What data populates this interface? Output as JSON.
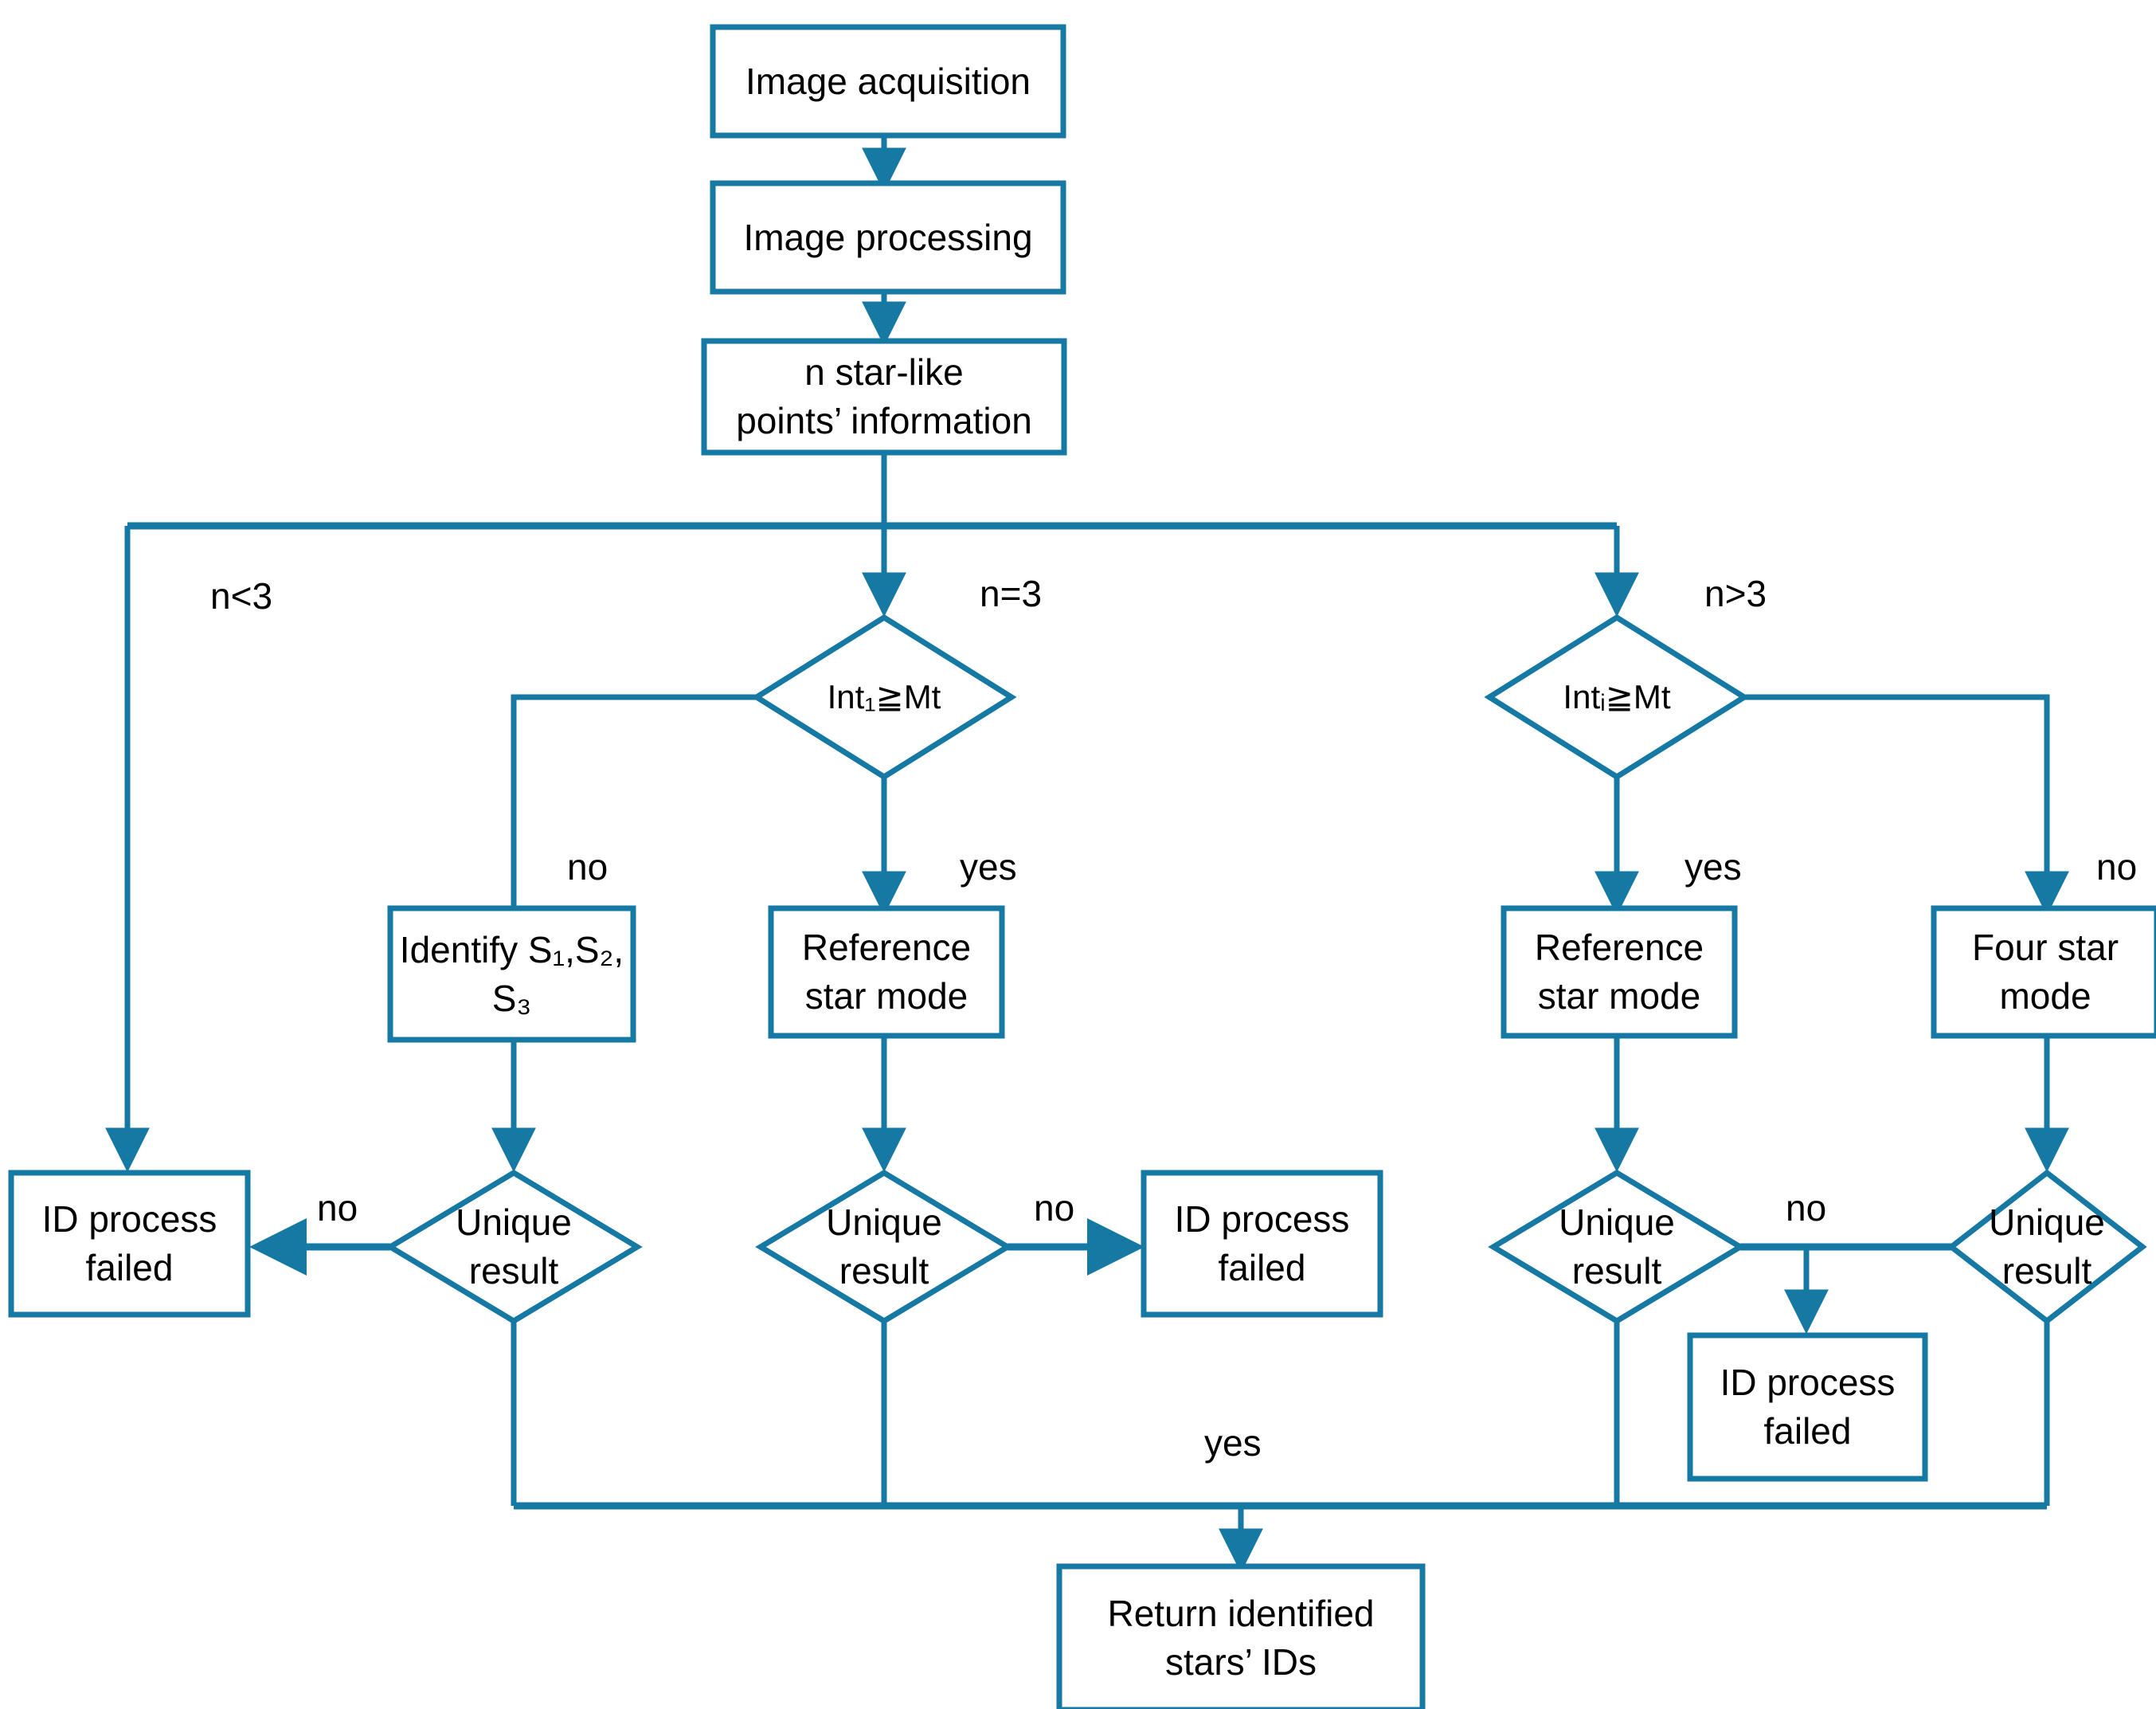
{
  "diagram": {
    "title": "Star identification process flowchart",
    "accent_color": "#1579A3",
    "text_color": "#000000",
    "background_color": "#FFFFFF"
  },
  "nodes": {
    "image_acquisition": {
      "label": "Image acquisition",
      "shape": "process"
    },
    "image_processing": {
      "label": "Image processing",
      "shape": "process"
    },
    "star_points_info": {
      "label": "n star-like\npoints’  information",
      "shape": "process"
    },
    "decision_int1": {
      "label": "Int₁≧Mt",
      "shape": "decision"
    },
    "decision_inti": {
      "label": "Intᵢ≧Mt",
      "shape": "decision"
    },
    "identify_s": {
      "label": "Identify S₁,S₂,\nS₃",
      "shape": "process"
    },
    "reference_star_mode_center": {
      "label": "Reference\nstar mode",
      "shape": "process"
    },
    "reference_star_mode_right": {
      "label": "Reference\nstar mode",
      "shape": "process"
    },
    "four_star_mode": {
      "label": "Four star\nmode",
      "shape": "process"
    },
    "unique_result_1": {
      "label": "Unique\nresult",
      "shape": "decision"
    },
    "unique_result_2": {
      "label": "Unique\nresult",
      "shape": "decision"
    },
    "unique_result_3": {
      "label": "Unique\nresult",
      "shape": "decision"
    },
    "unique_result_4": {
      "label": "Unique\nresult",
      "shape": "decision"
    },
    "id_failed_left": {
      "label": "ID process\nfailed",
      "shape": "process"
    },
    "id_failed_center": {
      "label": "ID process\nfailed",
      "shape": "process"
    },
    "id_failed_right": {
      "label": "ID process\nfailed",
      "shape": "process"
    },
    "return_ids": {
      "label": "Return identified\nstars’  IDs",
      "shape": "process"
    }
  },
  "edge_labels": {
    "n_less_3": "n<3",
    "n_eq_3": "n=3",
    "n_gt_3": "n>3",
    "int1_no": "no",
    "int1_yes": "yes",
    "inti_yes": "yes",
    "inti_no": "no",
    "unique1_no": "no",
    "unique2_no": "no",
    "unique34_no": "no",
    "converge_yes": "yes"
  }
}
